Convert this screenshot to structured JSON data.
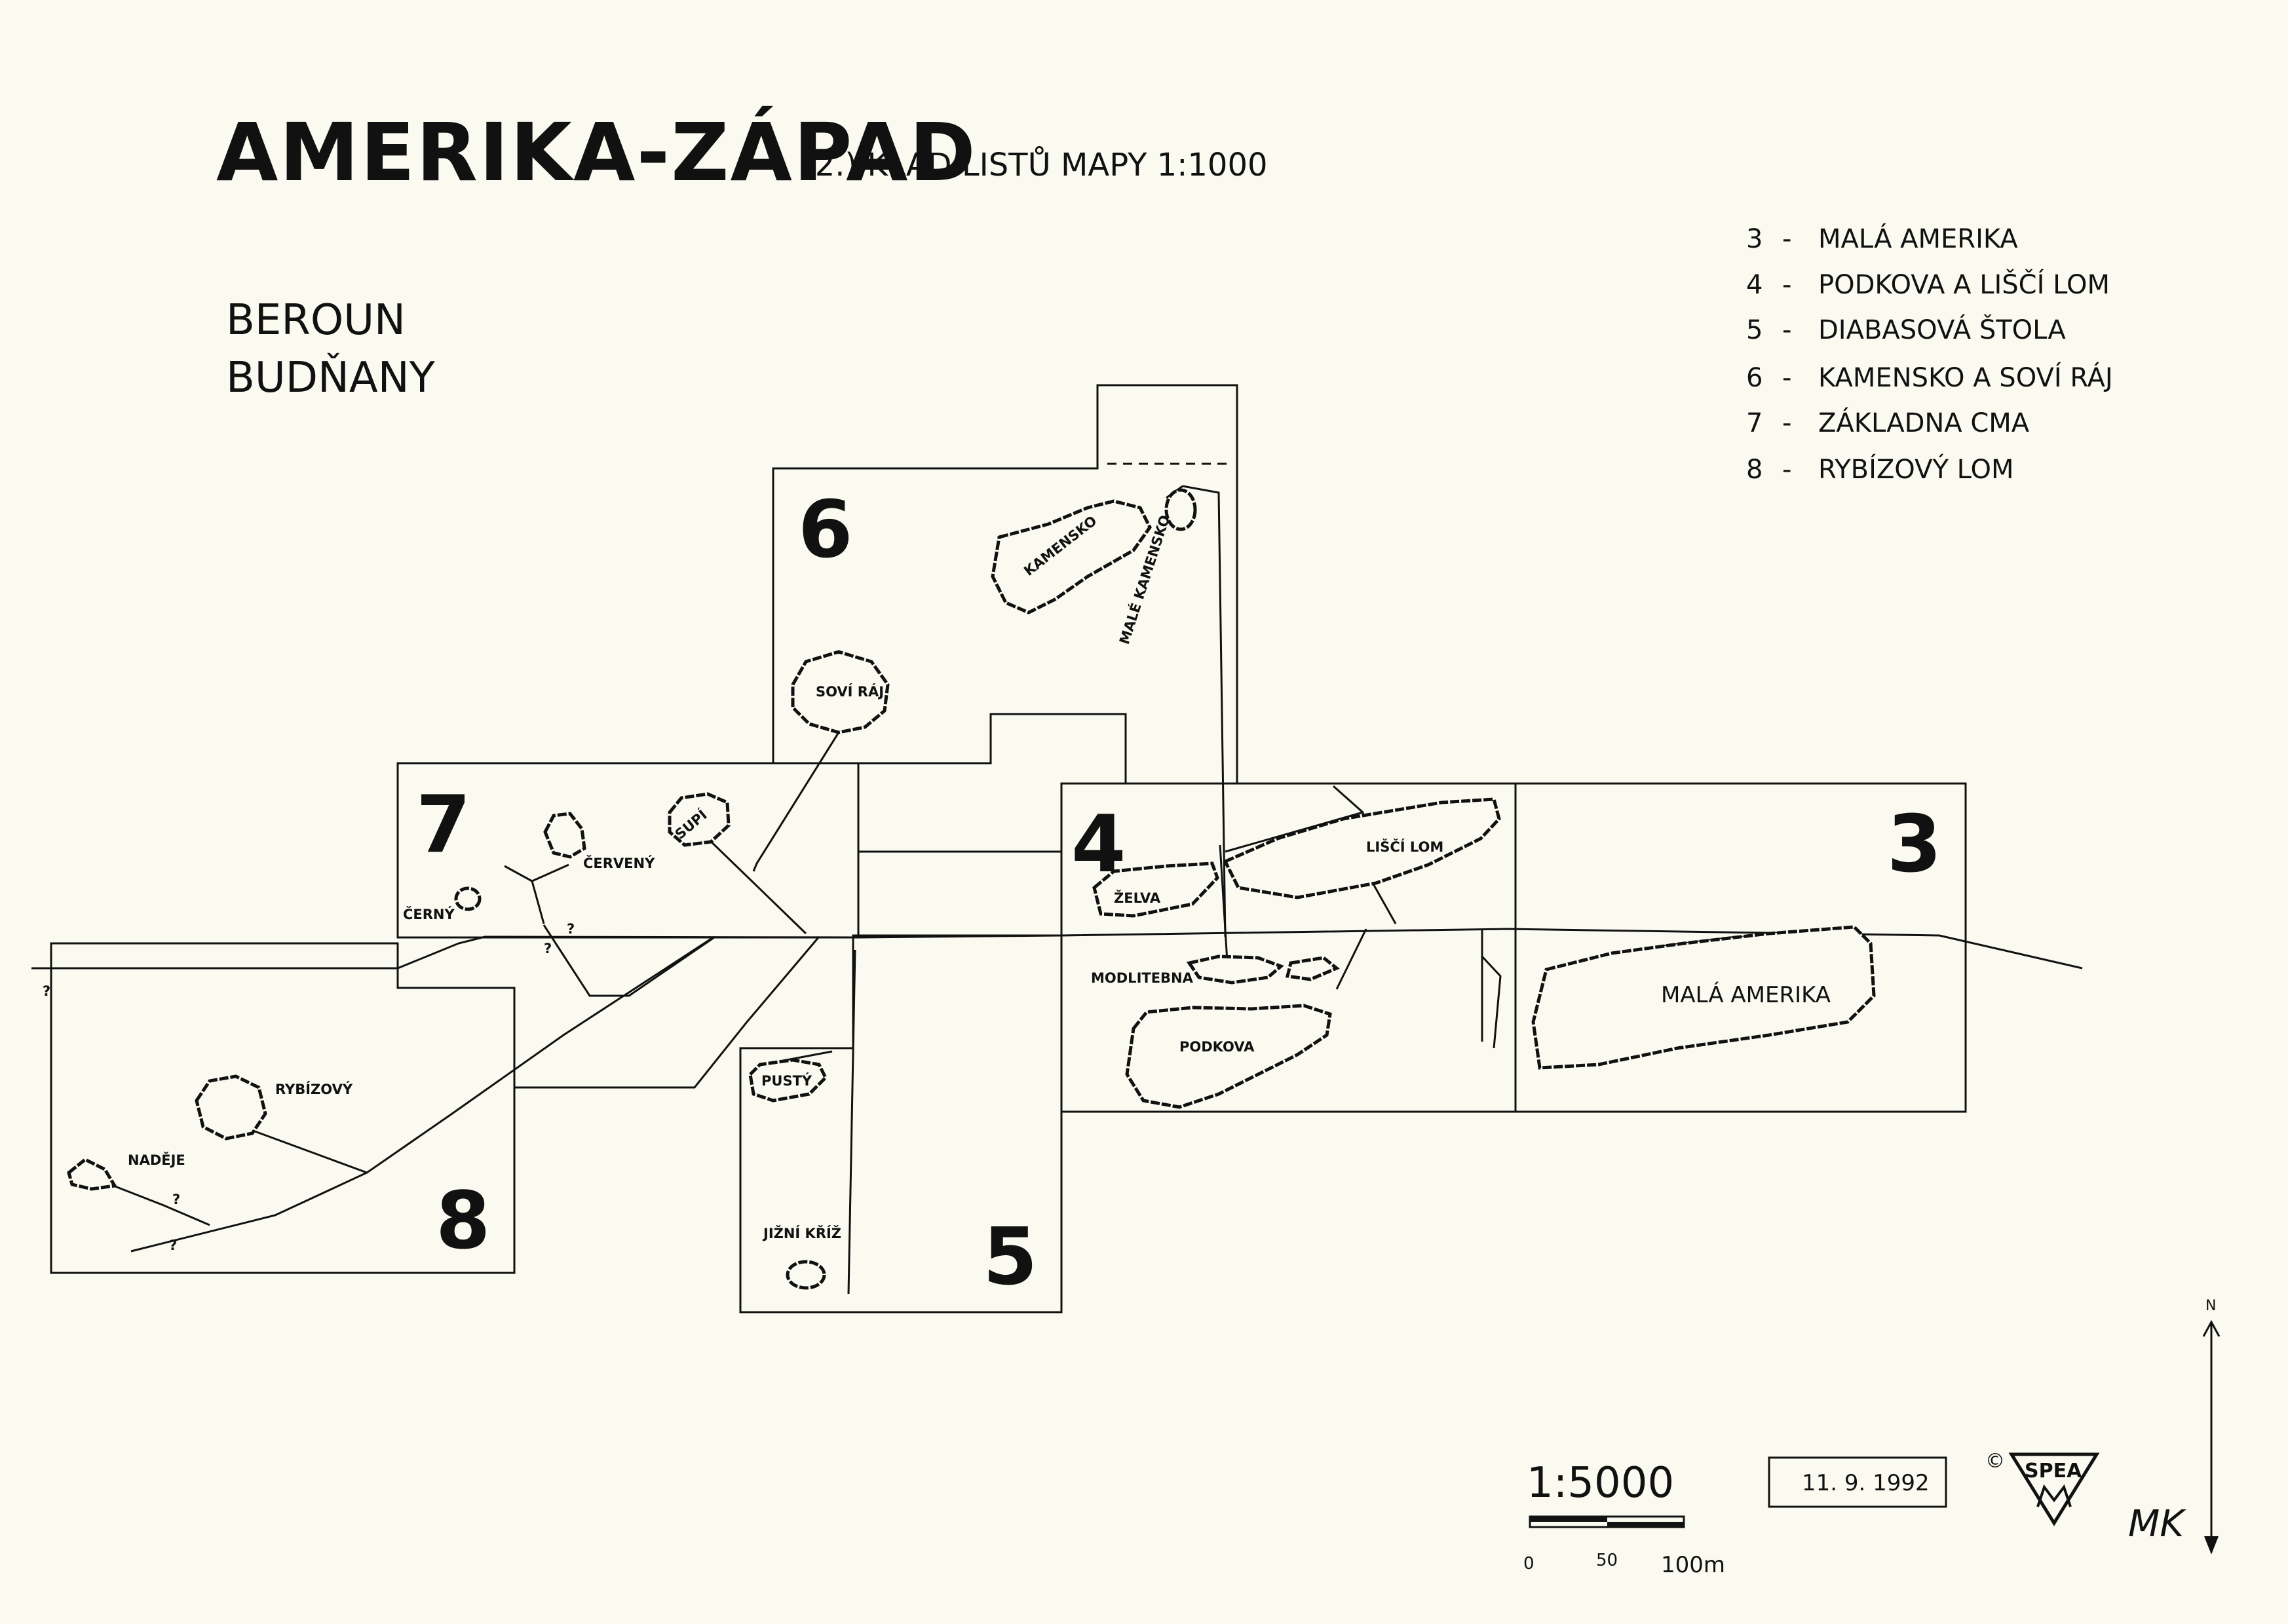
{
  "title": "AMERIKA-ZÁPAD",
  "subtitle": "(2.) KLAD LISTŮ MAPY 1:1000",
  "locations": [
    "BEROUN",
    "BUDŇANY"
  ],
  "legend": [
    {
      "num": "3",
      "dash": "-",
      "name": "MALÁ AMERIKA"
    },
    {
      "num": "4",
      "dash": "-",
      "name": "PODKOVA A LIŠČÍ LOM"
    },
    {
      "num": "5",
      "dash": "-",
      "name": "DIABASOVÁ ŠTOLA"
    },
    {
      "num": "6",
      "dash": "-",
      "name": "KAMENSKO A SOVÍ RÁJ"
    },
    {
      "num": "7",
      "dash": "-",
      "name": "ZÁKLADNA CMA"
    },
    {
      "num": "8",
      "dash": "-",
      "name": "RYBÍZOVÝ LOM"
    }
  ],
  "sheets": [
    "3",
    "4",
    "5",
    "6",
    "7",
    "8"
  ],
  "caves": {
    "kamensko": "KAMENSKO",
    "male_kamensko": "MALÉ KAMENSKO",
    "sovi_raj": "SOVÍ RÁJ",
    "supi": "SUPÍ",
    "cerveny": "ČERVENÝ",
    "cerny": "ČERNÝ",
    "zelva": "ŽELVA",
    "lisci_lom": "LIŠČÍ LOM",
    "modlitebna": "MODLITEBNA",
    "podkova": "PODKOVA",
    "mala_amerika": "MALÁ AMERIKA",
    "rybizovy": "RYBÍZOVÝ",
    "nadeje": "NADĚJE",
    "pusty": "PUSTÝ",
    "jizni_kriz": "JIŽNÍ KŘÍŽ"
  },
  "unknown_mark": "?",
  "scale": {
    "ratio": "1:5000",
    "tick_0": "0",
    "tick_50": "50",
    "tick_100": "100m"
  },
  "date": "11. 9. 1992",
  "copyright": "©",
  "logo": "SPEA",
  "north": "N",
  "signature": "MK",
  "colors": {
    "paper": "#fbfaf0",
    "ink": "#111111"
  }
}
